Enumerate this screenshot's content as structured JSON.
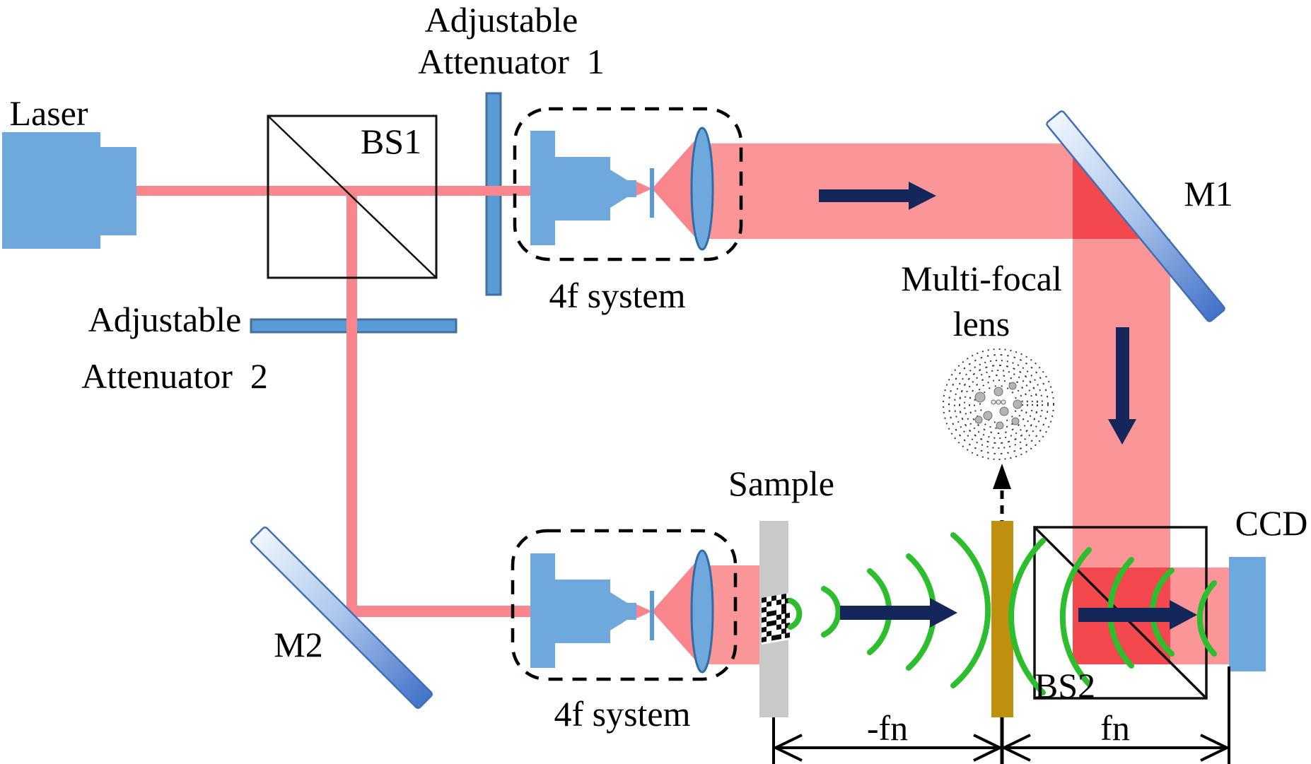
{
  "diagram": {
    "labels": {
      "laser": "Laser",
      "bs1": "BS1",
      "attenuator1": {
        "line1": "Adjustable",
        "line2": "Attenuator  1"
      },
      "four_f_top": "4f system",
      "m1": "M1",
      "multifocal": {
        "line1": "Multi-focal",
        "line2": "lens"
      },
      "attenuator2": {
        "line1": "Adjustable",
        "line2": "Attenuator  2"
      },
      "m2": "M2",
      "sample": "Sample",
      "four_f_bottom": "4f system",
      "bs2": "BS2",
      "ccd": "CCD",
      "dim_left": "-fn",
      "dim_right": "fn"
    },
    "colors": {
      "beam_pink": "#FA9598",
      "beam_thin_pink": "#F9868C",
      "beam_overlap_red": "#F2484E",
      "component_blue": "#6FA8DC",
      "attenuator_blue": "#5B9BD5",
      "attenuator_border": "#41719C",
      "lens_border": "#2E6DA6",
      "mirror_blue_dark": "#4372C8",
      "wavefront_green": "#2CBE2C",
      "arrow_navy": "#15265B",
      "multifocal_plate_gold": "#BF9010",
      "sample_gray": "#C9C9C9",
      "outline_black": "#111111"
    }
  }
}
